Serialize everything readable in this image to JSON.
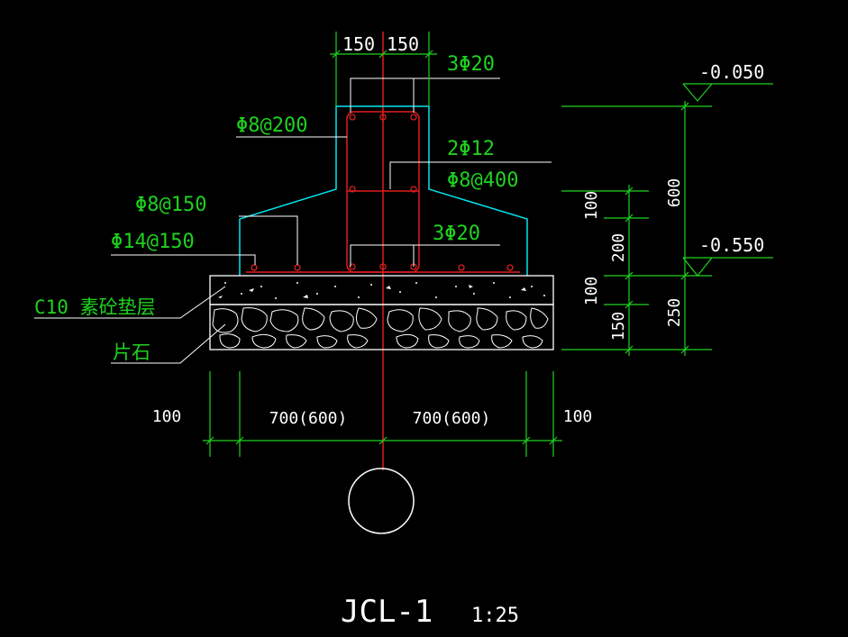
{
  "drawing": {
    "title": "JCL-1",
    "scale": "1:25"
  },
  "rebar_labels": {
    "top_bars": "3Φ20",
    "stirrup_200": "Φ8@200",
    "waist_bars": "2Φ12",
    "tie_400": "Φ8@400",
    "flange_bars": "Φ8@150",
    "bottom_bars": "3Φ20",
    "slab_bars": "Φ14@150"
  },
  "layer_labels": {
    "cushion": "C10  素砼垫层",
    "rubble": "片石"
  },
  "elevations": {
    "top": "-0.050",
    "bottom": "-0.550"
  },
  "dimensions": {
    "web_left": "150",
    "web_right": "150",
    "right_100a": "100",
    "right_200": "200",
    "right_100b": "100",
    "right_150": "150",
    "right_600": "600",
    "right_250": "250",
    "bottom_left": "100",
    "bottom_mid_left": "700(600)",
    "bottom_mid_right": "700(600)",
    "bottom_right": "100"
  },
  "colors": {
    "background": "#000000",
    "concrete_outline": "#00e5ee",
    "rebar": "#e01e1e",
    "dimension": "#1fd21f",
    "text": "#ffffff",
    "label": "#1fd21f"
  }
}
